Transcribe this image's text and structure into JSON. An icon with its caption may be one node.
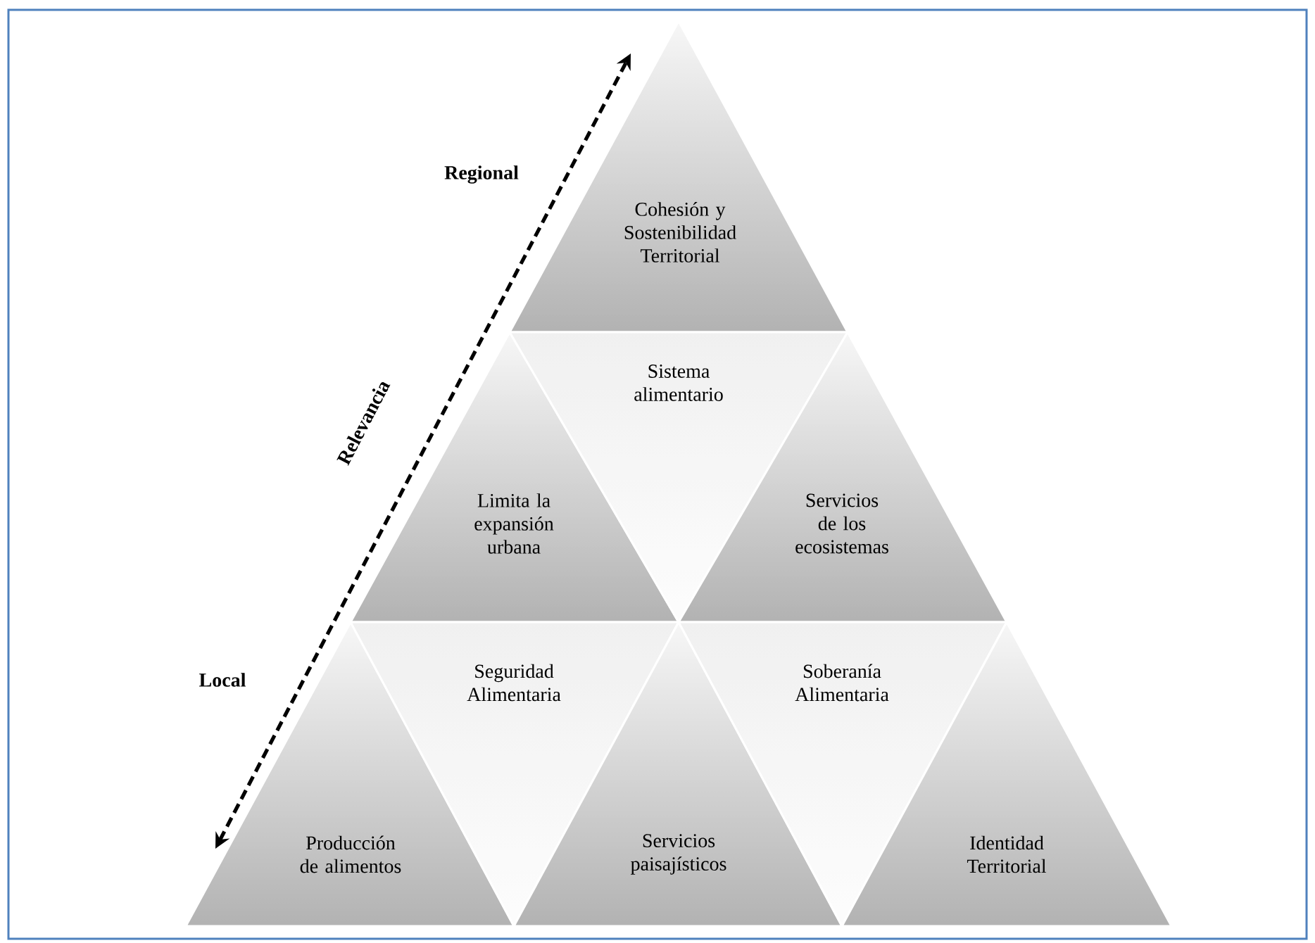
{
  "diagram": {
    "nodes": [
      {
        "text": [
          "Cohesión y Sostenibilidad Territorial"
        ]
      },
      {
        "text": [
          "Limita la expansión urbana"
        ]
      },
      {
        "text": [
          "Sistema alimentario"
        ]
      },
      {
        "text": [
          "Servicios de los ecosistemas"
        ]
      },
      {
        "text": [
          "Producción de alimentos"
        ]
      },
      {
        "text": [
          "Seguridad Alimentaria"
        ]
      },
      {
        "text": [
          "Servicios paisajísticos"
        ]
      },
      {
        "text": [
          "Soberanía Alimentaria"
        ]
      },
      {
        "text": [
          "Identidad Territorial"
        ]
      }
    ],
    "labels": [
      "Regional",
      "Relevancia",
      "Local"
    ]
  }
}
